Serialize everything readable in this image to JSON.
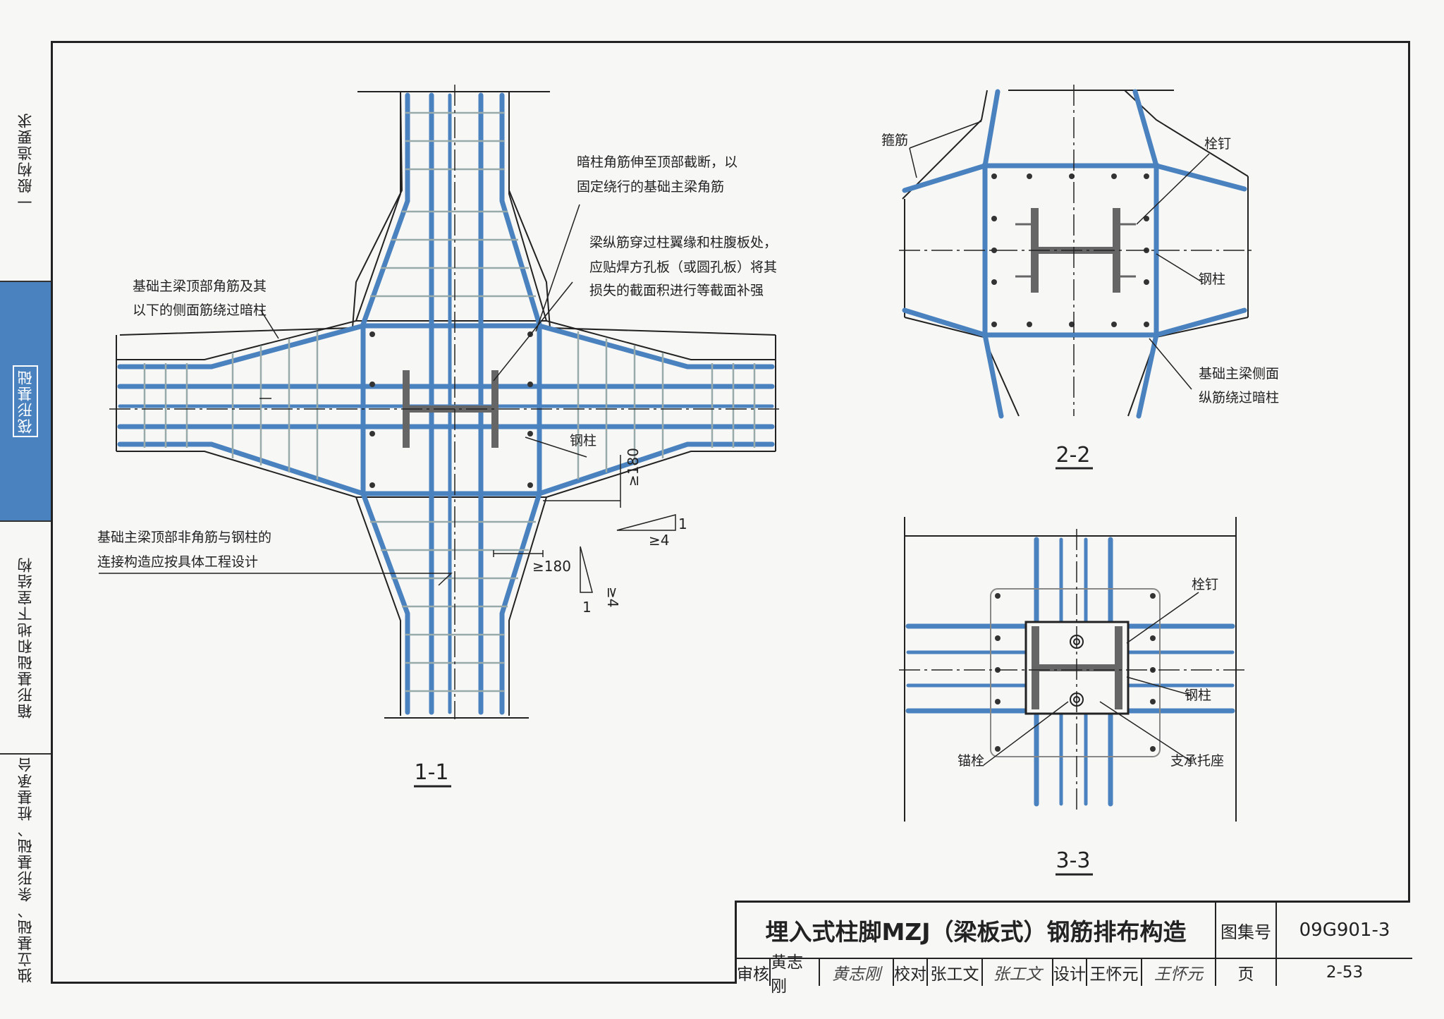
{
  "sidebar": {
    "tabs": [
      {
        "label": "一般构造要求"
      },
      {
        "label": "筏形基础"
      },
      {
        "label": "箱形基础和地下室结构"
      },
      {
        "label": "独立基础、条形基础、桩基承台"
      }
    ],
    "active_index": 1
  },
  "section_1_1": {
    "title": "1-1",
    "notes": {
      "corner_bar_line1": "暗柱角筋伸至顶部截断，以",
      "corner_bar_line2": "固定绕行的基础主梁角筋",
      "top_corner_line1": "基础主梁顶部角筋及其",
      "top_corner_line2": "以下的侧面筋绕过暗柱",
      "longit_line1": "梁纵筋穿过柱翼缘和柱腹板处，",
      "longit_line2": "应贴焊方孔板（或圆孔板）将其",
      "longit_line3": "损失的截面积进行等截面补强",
      "noncorner_line1": "基础主梁顶部非角筋与钢柱的",
      "noncorner_line2": "连接构造应按具体工程设计",
      "steel_column": "钢柱"
    },
    "dims": {
      "d180_vertical": "≥180",
      "d180_horizontal": "≥180",
      "slope_h1": "1",
      "slope_h4": "≥4",
      "slope_v4": "≥4",
      "slope_v1": "1"
    }
  },
  "section_2_2": {
    "title": "2-2",
    "labels": {
      "stirrup": "箍筋",
      "stud": "栓钉",
      "steel_column": "钢柱",
      "side_bar_line1": "基础主梁侧面",
      "side_bar_line2": "纵筋绕过暗柱"
    }
  },
  "section_3_3": {
    "title": "3-3",
    "labels": {
      "stud": "栓钉",
      "steel_column": "钢柱",
      "anchor": "锚栓",
      "support": "支承托座"
    }
  },
  "title_block": {
    "title": "埋入式柱脚MZJ（梁板式）钢筋排布构造",
    "atlas_label": "图集号",
    "atlas_no": "09G901-3",
    "review_label": "审核",
    "reviewer": "黄志刚",
    "reviewer_sig": "黄志刚",
    "check_label": "校对",
    "checker": "张工文",
    "checker_sig": "张工文",
    "design_label": "设计",
    "designer": "王怀元",
    "designer_sig": "王怀元",
    "page_label": "页",
    "page_no": "2-53"
  },
  "colors": {
    "rebar": "#4a82bf",
    "line": "#222222",
    "steel": "#666666",
    "active_tab": "#4a82bf"
  }
}
